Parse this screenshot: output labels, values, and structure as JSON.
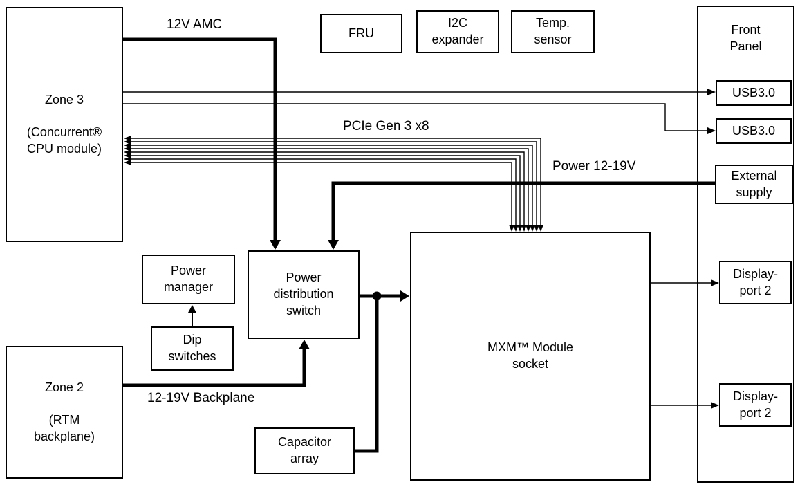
{
  "nodes": {
    "zone3": "Zone 3\n\n(Concurrent®\nCPU module)",
    "fru": "FRU",
    "i2c_expander": "I2C\nexpander",
    "temp_sensor": "Temp.\nsensor",
    "front_panel": "Front\nPanel",
    "usb_1": "USB3.0",
    "usb_2": "USB3.0",
    "external_supply": "External\nsupply",
    "displayport_1": "Display-\nport 2",
    "displayport_2": "Display-\nport 2",
    "power_manager": "Power\nmanager",
    "power_dist_switch": "Power\ndistribution\nswitch",
    "dip_switches": "Dip\nswitches",
    "zone2": "Zone 2\n\n(RTM\nbackplane)",
    "capacitor_array": "Capacitor\narray",
    "mxm_socket": "MXM™ Module\nsocket"
  },
  "edge_labels": {
    "amc": "12V AMC",
    "pcie": "PCIe Gen 3 x8",
    "power": "Power 12-19V",
    "backplane": "12-19V Backplane"
  }
}
